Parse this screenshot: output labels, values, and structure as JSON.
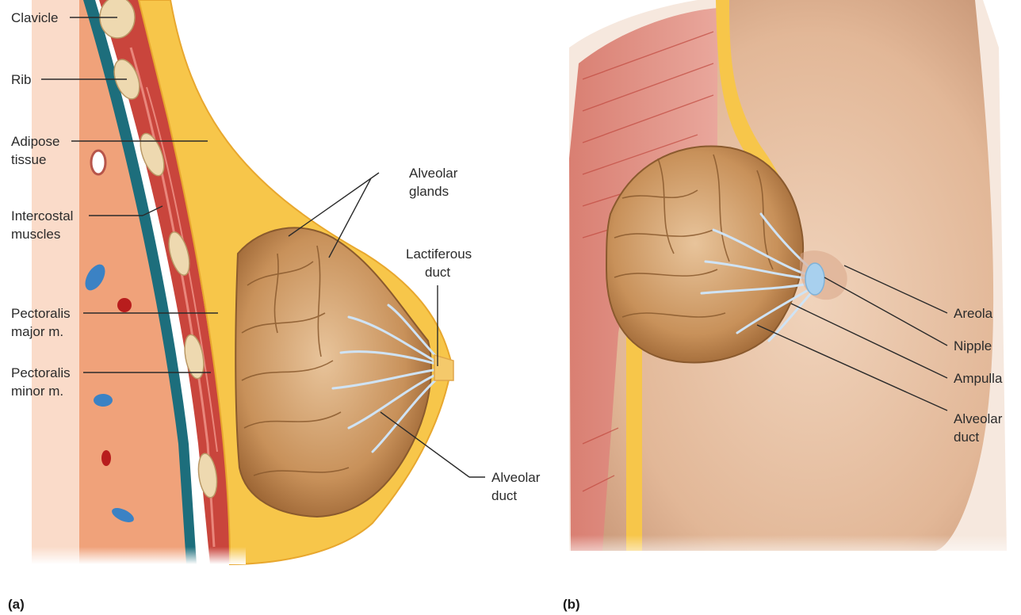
{
  "panel_a": {
    "tag": "(a)",
    "labels": {
      "clavicle": "Clavicle",
      "rib": "Rib",
      "adipose_1": "Adipose",
      "adipose_2": "tissue",
      "intercostal_1": "Intercostal",
      "intercostal_2": "muscles",
      "pec_major_1": "Pectoralis",
      "pec_major_2": "major m.",
      "pec_minor_1": "Pectoralis",
      "pec_minor_2": "minor m.",
      "alveolar_glands_1": "Alveolar",
      "alveolar_glands_2": "glands",
      "lactiferous_1": "Lactiferous",
      "lactiferous_2": "duct",
      "alveolar_duct_1": "Alveolar",
      "alveolar_duct_2": "duct"
    }
  },
  "panel_b": {
    "tag": "(b)",
    "labels": {
      "areola": "Areola",
      "nipple": "Nipple",
      "ampulla": "Ampulla",
      "alveolar_duct_1": "Alveolar",
      "alveolar_duct_2": "duct"
    }
  },
  "colors": {
    "body_tissue": "#f0a27a",
    "muscle": "#c9453c",
    "adipose": "#f7c64a",
    "gland": "#c8915a",
    "duct": "#cfe3f5",
    "skin": "#e7c2a4",
    "pleura": "#1d6e7c"
  }
}
